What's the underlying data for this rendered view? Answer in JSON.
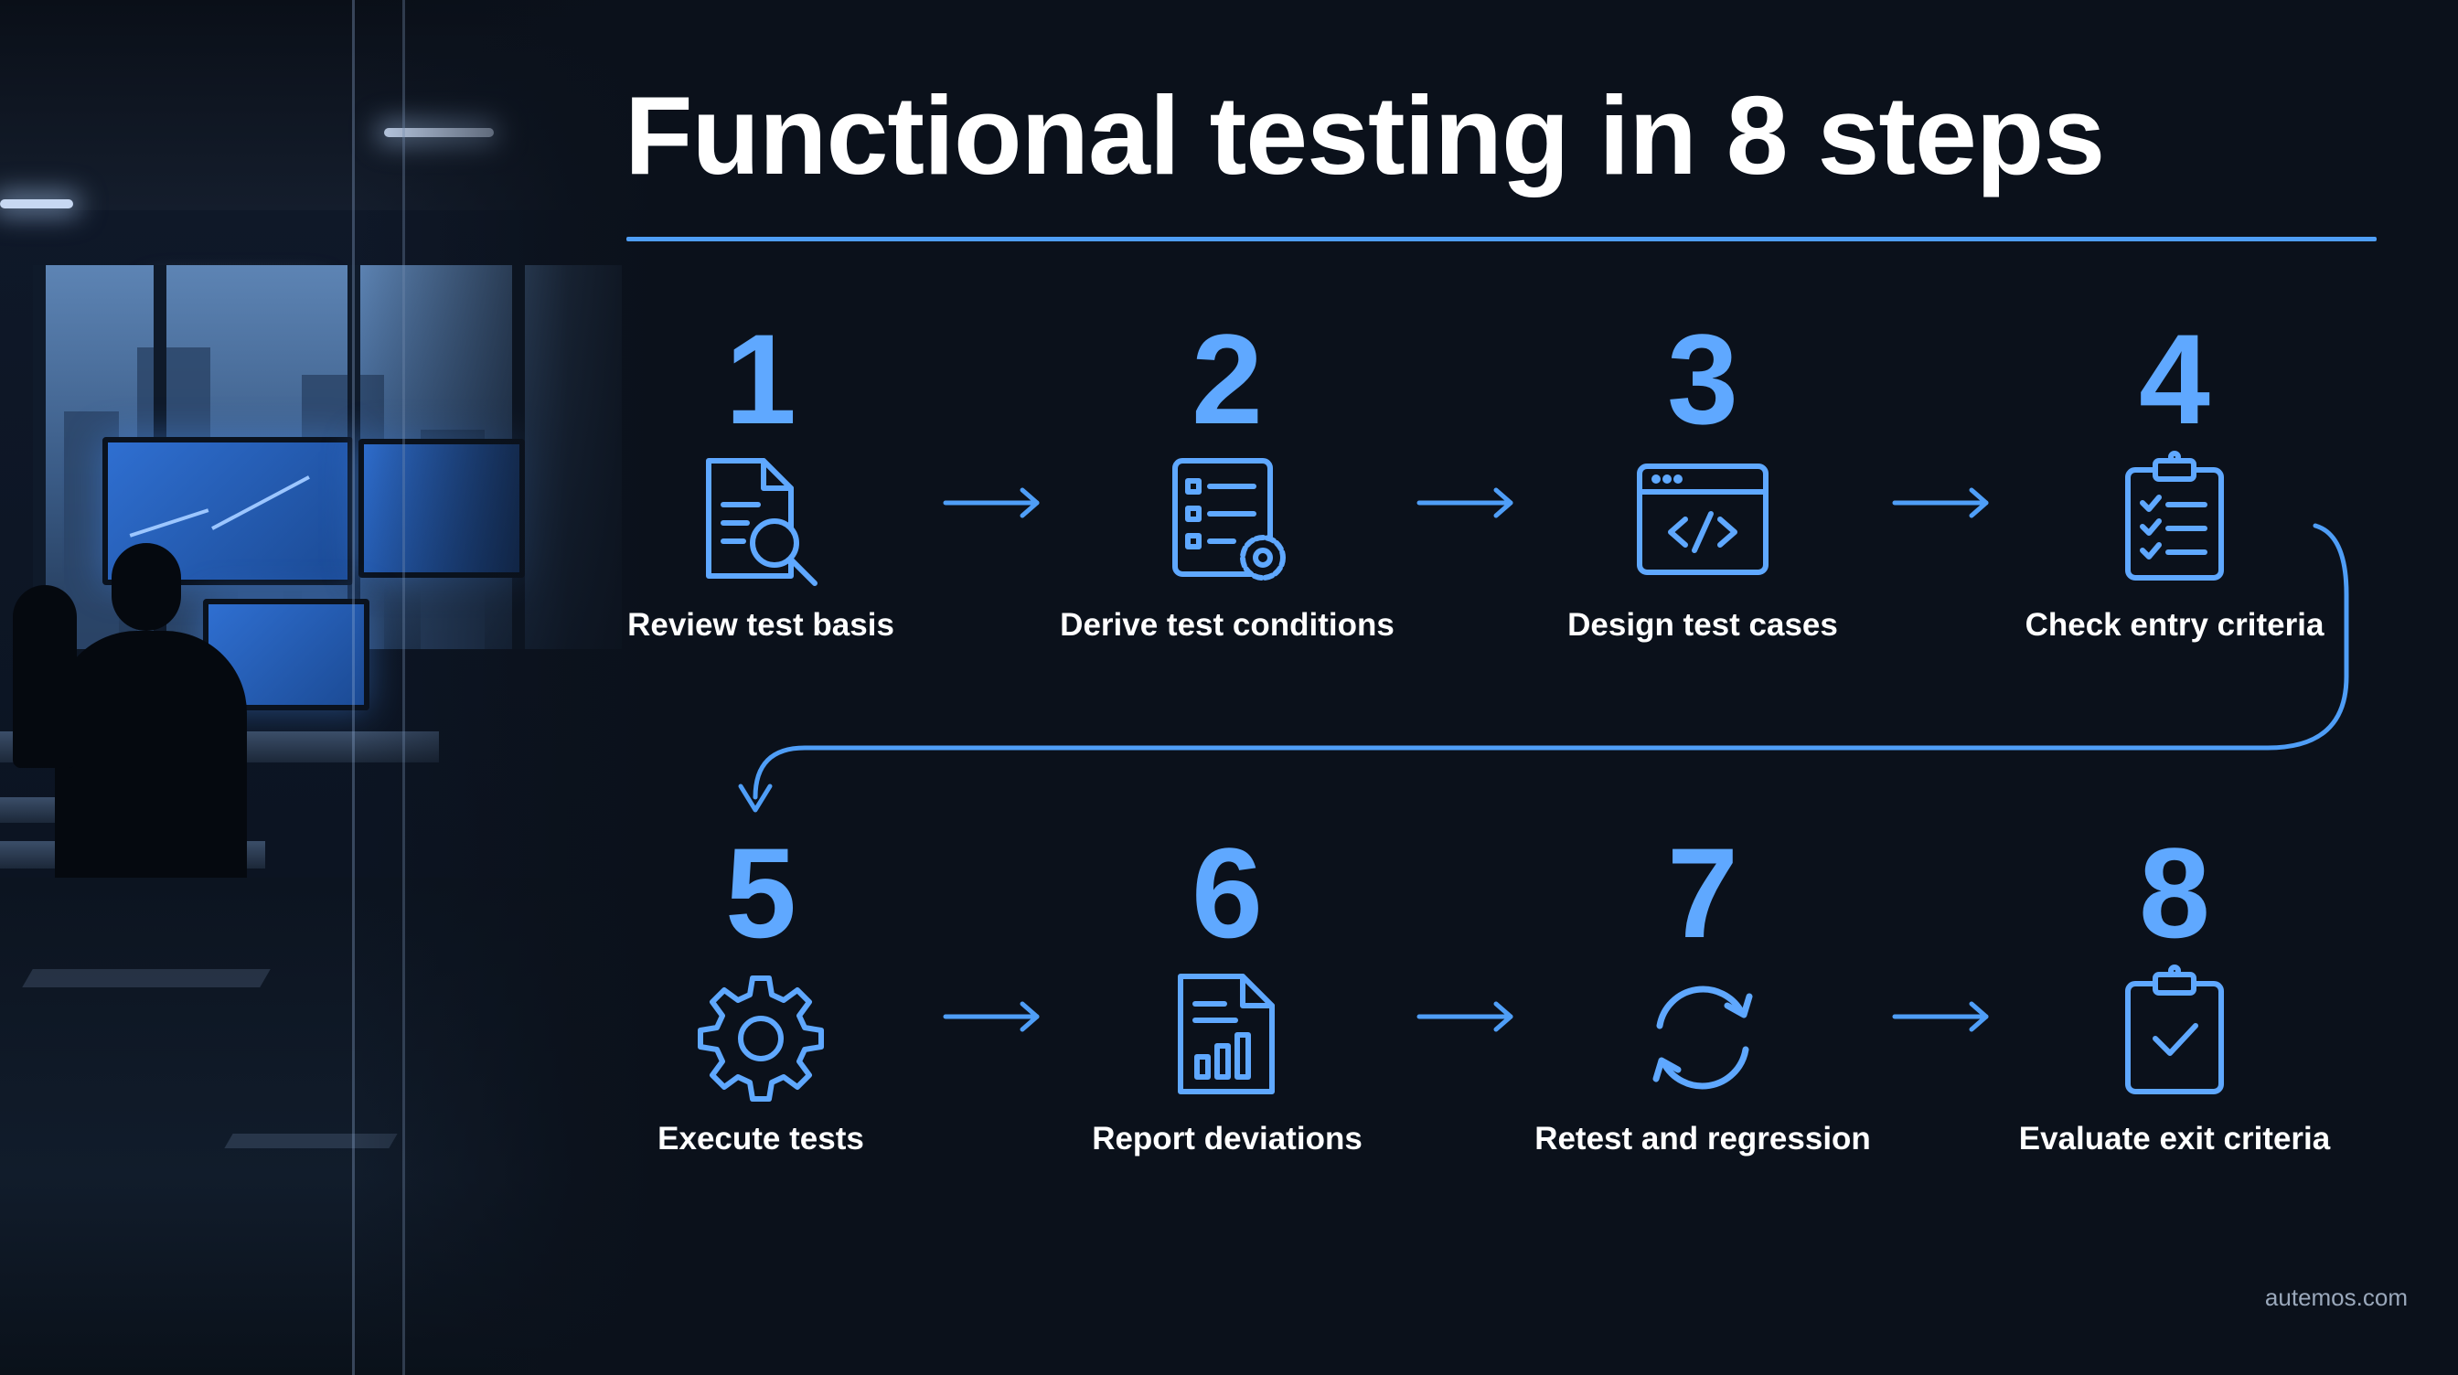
{
  "title": "Functional testing in 8 steps",
  "colors": {
    "accent": "#5fa8ff",
    "rule": "#4f9ef7",
    "background": "#0b111b",
    "text": "#ffffff"
  },
  "steps": [
    {
      "number": "1",
      "label": "Review test basis",
      "icon": "document-search-icon"
    },
    {
      "number": "2",
      "label": "Derive test conditions",
      "icon": "checklist-gear-icon"
    },
    {
      "number": "3",
      "label": "Design test cases",
      "icon": "code-window-icon"
    },
    {
      "number": "4",
      "label": "Check entry criteria",
      "icon": "clipboard-checklist-icon"
    },
    {
      "number": "5",
      "label": "Execute tests",
      "icon": "gear-icon"
    },
    {
      "number": "6",
      "label": "Report deviations",
      "icon": "report-chart-icon"
    },
    {
      "number": "7",
      "label": "Retest and regression",
      "icon": "refresh-cycle-icon"
    },
    {
      "number": "8",
      "label": "Evaluate exit criteria",
      "icon": "clipboard-check-icon"
    }
  ],
  "footer": {
    "brand": "autemos.com"
  }
}
